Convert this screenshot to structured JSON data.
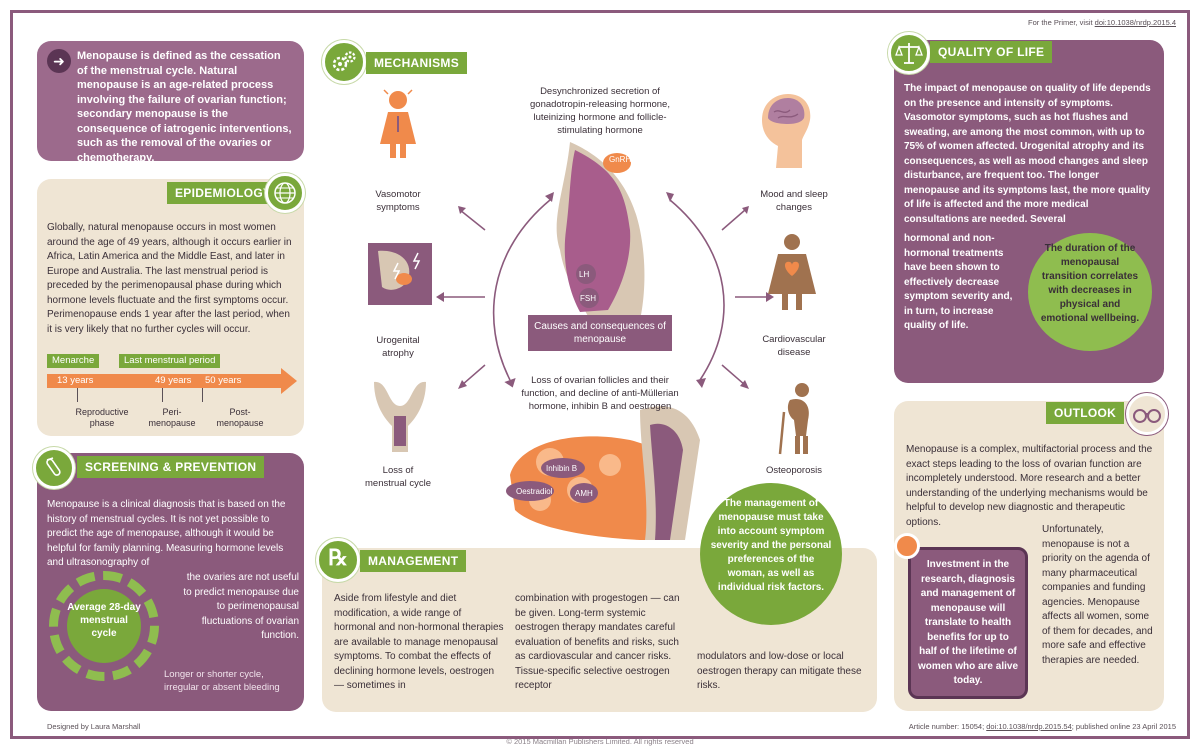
{
  "top_reference": {
    "prefix": "For the Primer, visit ",
    "doi": "doi:10.1038/nrdp.2015.4"
  },
  "definition": "Menopause is defined as the cessation of the menstrual cycle. Natural menopause is an age-related process involving the failure of ovarian function; secondary menopause is the consequence of iatrogenic interventions, such as the removal of the ovaries or chemotherapy.",
  "epidemiology": {
    "title": "EPIDEMIOLOGY",
    "text": "Globally, natural menopause occurs in most women around the age of 49 years, although it occurs earlier in Africa, Latin America and the Middle East, and later in Europe and Australia. The last menstrual period is preceded by the perimenopausal phase during which hormone levels fluctuate and the first symptoms occur. Perimenopause ends 1 year after the last period, when it is very likely that no further cycles will occur.",
    "timeline": {
      "menarche": "Menarche",
      "last_period": "Last menstrual period",
      "ages": [
        "13 years",
        "49 years",
        "50 years"
      ],
      "phases": [
        "Reproductive phase",
        "Peri-menopause",
        "Post-menopause"
      ]
    }
  },
  "screening": {
    "title": "SCREENING & PREVENTION",
    "text": "Menopause is a clinical diagnosis that is based on the history of menstrual cycles. It is not yet possible to predict the age of menopause, although it would be helpful for family planning. Measuring hormone levels and ultrasonography of",
    "text_continued": "the ovaries are not useful to predict menopause due to perimenopausal fluctuations of ovarian function.",
    "cycle_label": "Average 28-day menstrual cycle",
    "cycle_note": "Longer or shorter cycle, irregular or absent bleeding"
  },
  "mechanisms": {
    "title": "MECHANISMS",
    "top_text": "Desynchronized secretion of gonadotropin-releasing hormone, luteinizing hormone and follicle-stimulating hormone",
    "bottom_text": "Loss of ovarian follicles and their function, and decline of anti-Müllerian hormone, inhibin B and oestrogen",
    "center_label": "Causes and consequences of menopause",
    "hormone_labels": {
      "gnrh": "GnRH",
      "lh": "LH",
      "fsh": "FSH",
      "inhibin": "Inhibin B",
      "oestradiol": "Oestradiol",
      "amh": "AMH"
    },
    "symptoms": {
      "vasomotor": "Vasomotor symptoms",
      "urogenital": "Urogenital atrophy",
      "loss_cycle": "Loss of menstrual cycle",
      "mood": "Mood and sleep changes",
      "cardio": "Cardiovascular disease",
      "osteo": "Osteoporosis"
    }
  },
  "quality_of_life": {
    "title": "QUALITY OF LIFE",
    "text": "The impact of menopause on quality of life depends on the presence and intensity of symptoms. Vasomotor symptoms, such as hot flushes and sweating, are among the most common, with up to 75% of women affected. Urogenital atrophy and its consequences, as well as mood changes and sleep disturbance, are frequent too. The longer menopause and its symptoms last, the more quality of life is affected and the more medical consultations are needed. Several",
    "text_continued": "hormonal and non-hormonal treatments have been shown to effectively decrease symptom severity and, in turn, to increase quality of life.",
    "bubble": "The duration of the menopausal transition correlates with decreases in physical and emotional wellbeing."
  },
  "outlook": {
    "title": "OUTLOOK",
    "text": "Menopause is a complex, multifactorial process and the exact steps leading to the loss of ovarian function are incompletely understood. More research and a better understanding of the underlying mechanisms would be helpful to develop new diagnostic and therapeutic options.",
    "text_continued": "Unfortunately, menopause is not a priority on the agenda of many pharmaceutical companies and funding agencies. Menopause affects all women, some of them for decades, and more safe and effective therapies are needed.",
    "callout": "Investment in the research, diagnosis and management of menopause will translate to health benefits for up to half of the lifetime of women who are alive today."
  },
  "management": {
    "title": "MANAGEMENT",
    "col1": "Aside from lifestyle and diet modification, a wide range of hormonal and non-hormonal therapies are available to manage menopausal symptoms. To combat the effects of declining hormone levels, oestrogen — sometimes in",
    "col2": "combination with progestogen — can be given. Long-term systemic oestrogen therapy mandates careful evaluation of benefits and risks, such as cardiovascular and cancer risks. Tissue-specific selective oestrogen receptor",
    "col3": "modulators and low-dose or local oestrogen therapy can mitigate these risks.",
    "bubble": "The management of menopause must take into account symptom severity and the personal preferences of the woman, as well as individual risk factors."
  },
  "footer": {
    "designer": "Designed by Laura Marshall",
    "copyright": "© 2015 Macmillan Publishers Limited. All rights reserved",
    "article_prefix": "Article number: 15054; ",
    "article_doi": "doi:10.1038/nrdp.2015.54",
    "article_suffix": "; published online 23 April 2015"
  },
  "colors": {
    "purple": "#8b5a7c",
    "dark_purple": "#5b3554",
    "green": "#7aa83b",
    "orange": "#f08a4b",
    "beige": "#efe5d4"
  }
}
